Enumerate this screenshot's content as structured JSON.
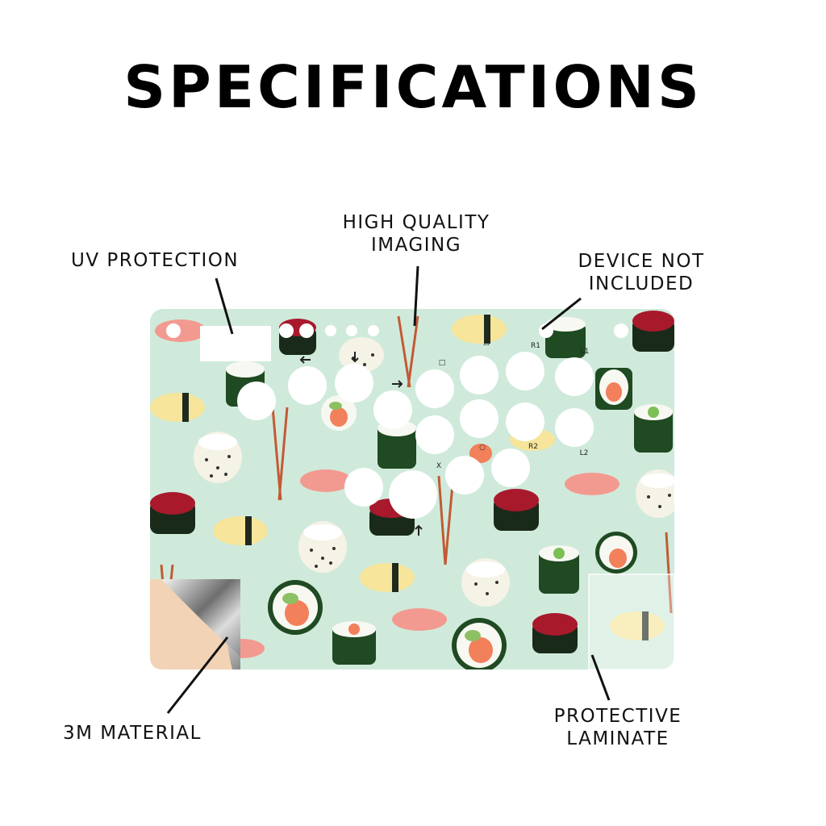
{
  "title": "SPECIFICATIONS",
  "labels": {
    "uv_protection": "UV PROTECTION",
    "imaging_line1": "HIGH QUALITY",
    "imaging_line2": "IMAGING",
    "device_line1": "DEVICE NOT",
    "device_line2": "INCLUDED",
    "material": "3M MATERIAL",
    "laminate_line1": "PROTECTIVE",
    "laminate_line2": "LAMINATE"
  },
  "panel_marks": {
    "square": "□",
    "triangle": "△",
    "circle": "○",
    "cross": "X",
    "r1": "R1",
    "l1": "L1",
    "r2": "R2",
    "l2": "L2"
  },
  "colors": {
    "panel": "#cfeadb",
    "backing": "#f2d3b5",
    "nori": "#1f4a22",
    "salmon": "#f2805a",
    "roe": "#a8192c",
    "egg": "#f6e59a"
  }
}
